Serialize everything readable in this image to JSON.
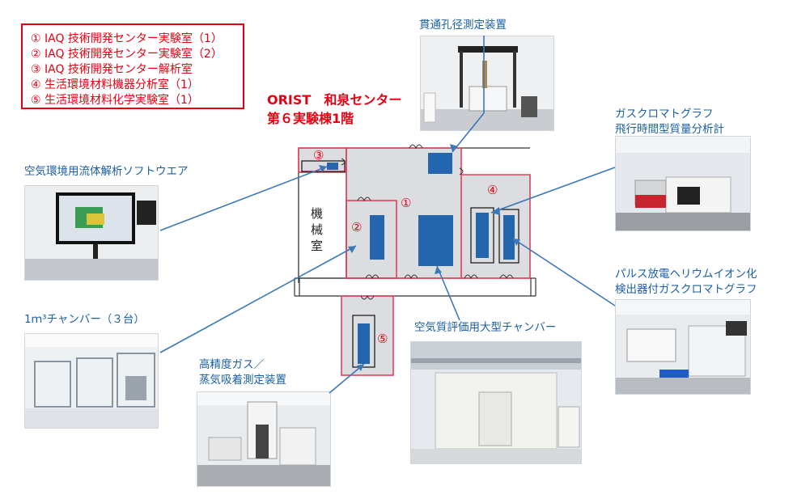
{
  "legend": {
    "items": [
      "① IAQ 技術開発センター実験室（1）",
      "② IAQ 技術開発センター実験室（2）",
      "③ IAQ 技術開発センター解析室",
      "④ 生活環境材料機器分析室（1）",
      "⑤ 生活環境材料化学実験室（1）"
    ]
  },
  "title": {
    "line1": "ORIST　和泉センター",
    "line2": "第６実験棟1階"
  },
  "captions": {
    "pore_measure": "貫通孔径測定装置",
    "gc_tof_line1": "ガスクロマトグラフ",
    "gc_tof_line2": "飛行時間型質量分析計",
    "cfd_software": "空気環境用流体解析ソフトウエア",
    "pdhid_line1": "パルス放電ヘリウムイオン化",
    "pdhid_line2": "検出器付ガスクロマトグラフ",
    "chamber_1m3": "1ｍ³チャンバー（３台）",
    "adsorption_line1": "高精度ガス／",
    "adsorption_line2": "蒸気吸着測定装置",
    "large_chamber": "空気質評価用大型チャンバー"
  },
  "floorplan": {
    "machine_room": "機械室",
    "room_numbers": [
      "①",
      "②",
      "③",
      "④",
      "⑤"
    ]
  },
  "colors": {
    "legend_red": "#e60012",
    "caption_blue": "#1a5fa6",
    "equipment_blue": "#2466ad",
    "wall_red": "#e0405a",
    "room_fill": "#dcdde0",
    "leader_line": "#3b78b8"
  }
}
